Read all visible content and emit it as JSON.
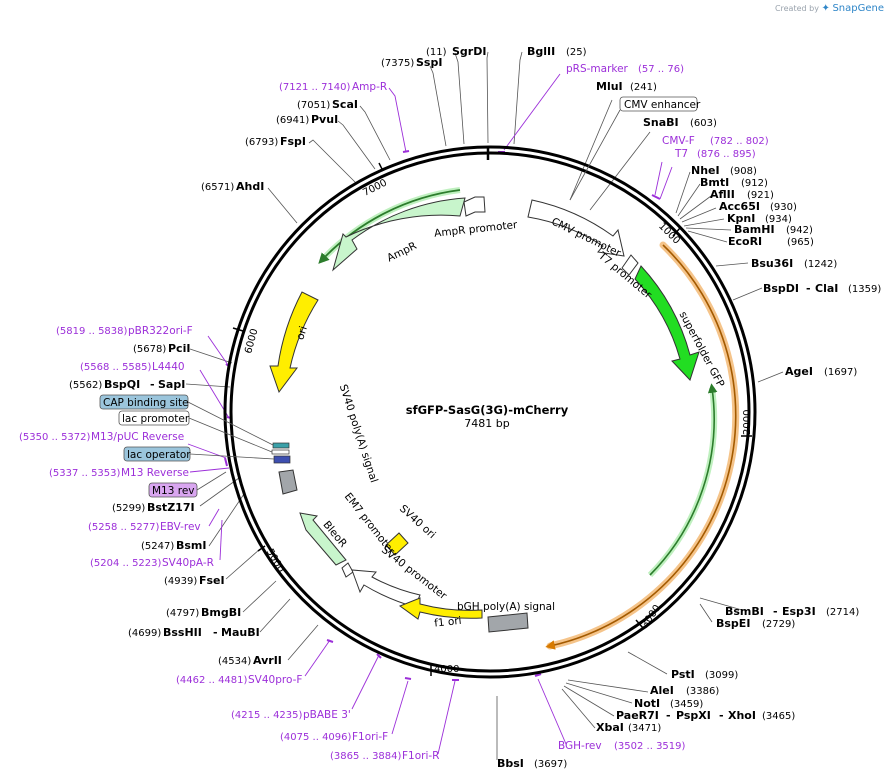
{
  "credit": {
    "prefix": "Created by",
    "brand": "SnapGene"
  },
  "plasmid": {
    "name": "sfGFP-SasG(3G)-mCherry",
    "length_label": "7481 bp",
    "length": 7481
  },
  "ruler": [
    "1000",
    "2000",
    "3000",
    "4000",
    "5000",
    "6000",
    "7000"
  ],
  "colors": {
    "backbone": "#000000",
    "primer": "#9c2fd9",
    "gfp": "#22dd22",
    "yellow": "#ffee00",
    "mint": "#c8f5cc",
    "gray": "#a2a6aa",
    "orange": "#f0a030",
    "green_line": "#6fd56f",
    "dark_green": "#2c7d2c",
    "box_blue": "#9bc5dc",
    "box_purple": "#d9a6f0"
  },
  "features": [
    {
      "label": "AmpR promoter"
    },
    {
      "label": "AmpR"
    },
    {
      "label": "CMV promoter"
    },
    {
      "label": "T7 promoter"
    },
    {
      "label": "superfolder GFP"
    },
    {
      "label": "ori"
    },
    {
      "label": "SV40 poly(A) signal"
    },
    {
      "label": "EM7 promoter"
    },
    {
      "label": "BleoR"
    },
    {
      "label": "SV40 ori"
    },
    {
      "label": "SV40 promoter"
    },
    {
      "label": "f1 ori"
    },
    {
      "label": "bGH poly(A) signal"
    }
  ],
  "sites": [
    {
      "name": "SgrDI",
      "pos": "(11)"
    },
    {
      "name": "BglII",
      "pos": "(25)"
    },
    {
      "name": "SspI",
      "pos": "(7375)"
    },
    {
      "name": "ScaI",
      "pos": "(7051)"
    },
    {
      "name": "PvuI",
      "pos": "(6941)"
    },
    {
      "name": "FspI",
      "pos": "(6793)"
    },
    {
      "name": "AhdI",
      "pos": "(6571)"
    },
    {
      "name": "PciI",
      "pos": "(5678)"
    },
    {
      "name": "BspQI",
      "name2": "SapI",
      "pos": "(5562)"
    },
    {
      "name": "BstZ17I",
      "pos": "(5299)"
    },
    {
      "name": "BsmI",
      "pos": "(5247)"
    },
    {
      "name": "FseI",
      "pos": "(4939)"
    },
    {
      "name": "BmgBI",
      "pos": "(4797)"
    },
    {
      "name": "BssHII",
      "name2": "MauBI",
      "pos": "(4699)"
    },
    {
      "name": "AvrII",
      "pos": "(4534)"
    },
    {
      "name": "MluI",
      "pos": "(241)"
    },
    {
      "name": "SnaBI",
      "pos": "(603)"
    },
    {
      "name": "NheI",
      "pos": "(908)"
    },
    {
      "name": "BmtI",
      "pos": "(912)"
    },
    {
      "name": "AflII",
      "pos": "(921)"
    },
    {
      "name": "Acc65I",
      "pos": "(930)"
    },
    {
      "name": "KpnI",
      "pos": "(934)"
    },
    {
      "name": "BamHI",
      "pos": "(942)"
    },
    {
      "name": "EcoRI",
      "pos": "(965)"
    },
    {
      "name": "Bsu36I",
      "pos": "(1242)"
    },
    {
      "name": "BspDI",
      "name2": "ClaI",
      "pos": "(1359)"
    },
    {
      "name": "AgeI",
      "pos": "(1697)"
    },
    {
      "name": "BsmBI",
      "name2": "Esp3I",
      "pos": "(2714)"
    },
    {
      "name": "BspEI",
      "pos": "(2729)"
    },
    {
      "name": "PstI",
      "pos": "(3099)"
    },
    {
      "name": "AleI",
      "pos": "(3386)"
    },
    {
      "name": "NotI",
      "pos": "(3459)"
    },
    {
      "name": "PaeR7I",
      "name2": "PspXI",
      "name3": "XhoI",
      "pos": "(3465)"
    },
    {
      "name": "XbaI",
      "pos": "(3471)"
    },
    {
      "name": "BbsI",
      "pos": "(3697)"
    }
  ],
  "primers": [
    {
      "name": "Amp-R",
      "pos": "(7121 .. 7140)"
    },
    {
      "name": "pRS-marker",
      "pos": "(57 .. 76)"
    },
    {
      "name": "CMV-F",
      "pos": "(782 .. 802)"
    },
    {
      "name": "T7",
      "pos": "(876 .. 895)"
    },
    {
      "name": "pBR322ori-F",
      "pos": "(5819 .. 5838)"
    },
    {
      "name": "L4440",
      "pos": "(5568 .. 5585)"
    },
    {
      "name": "M13/pUC Reverse",
      "pos": "(5350 .. 5372)"
    },
    {
      "name": "M13 Reverse",
      "pos": "(5337 .. 5353)"
    },
    {
      "name": "EBV-rev",
      "pos": "(5258 .. 5277)"
    },
    {
      "name": "SV40pA-R",
      "pos": "(5204 .. 5223)"
    },
    {
      "name": "SV40pro-F",
      "pos": "(4462 .. 4481)"
    },
    {
      "name": "pBABE 3'",
      "pos": "(4215 .. 4235)"
    },
    {
      "name": "F1ori-F",
      "pos": "(4075 .. 4096)"
    },
    {
      "name": "F1ori-R",
      "pos": "(3865 .. 3884)"
    },
    {
      "name": "BGH-rev",
      "pos": "(3502 .. 3519)"
    }
  ],
  "boxes": [
    {
      "label": "CMV enhancer"
    },
    {
      "label": "CAP binding site"
    },
    {
      "label": "lac promoter"
    },
    {
      "label": "lac operator"
    },
    {
      "label": "M13 rev"
    }
  ]
}
